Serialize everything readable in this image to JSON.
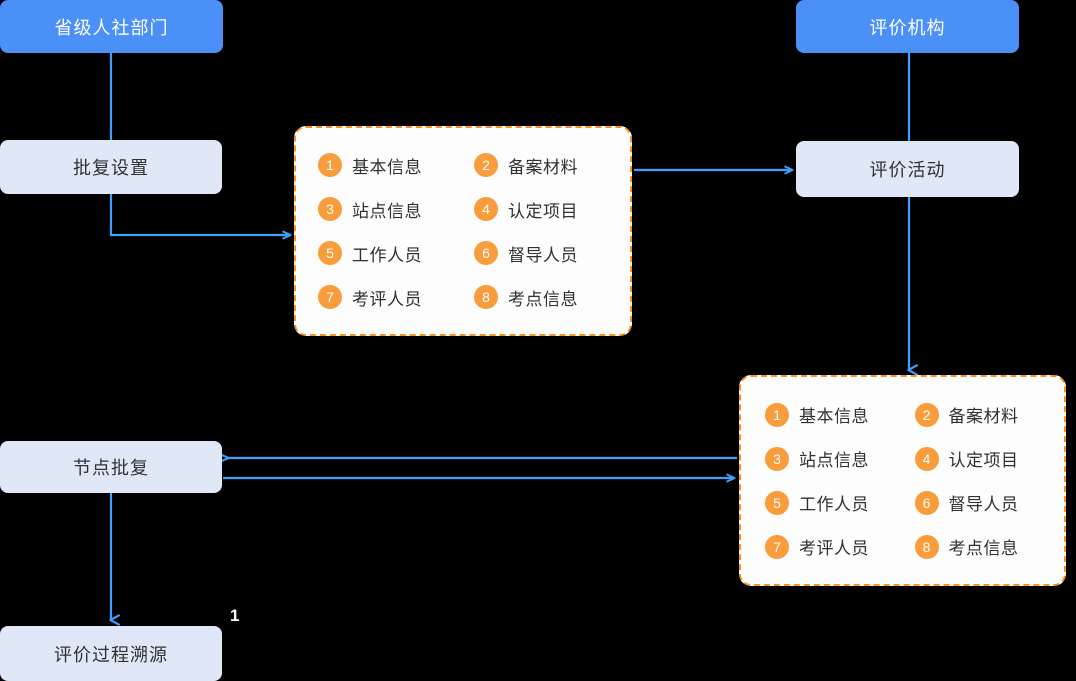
{
  "diagram": {
    "title_nodes": {
      "provincial_dept": "省级人社部门",
      "evaluation_agency": "评价机构"
    },
    "process_nodes": {
      "approval_settings": "批复设置",
      "evaluation_activity": "评价活动",
      "node_approval": "节点批复",
      "evaluation_trace": "评价过程溯源"
    },
    "panel_a": {
      "items": [
        {
          "num": "1",
          "label": "基本信息"
        },
        {
          "num": "2",
          "label": "备案材料"
        },
        {
          "num": "3",
          "label": "站点信息"
        },
        {
          "num": "4",
          "label": "认定项目"
        },
        {
          "num": "5",
          "label": "工作人员"
        },
        {
          "num": "6",
          "label": "督导人员"
        },
        {
          "num": "7",
          "label": "考评人员"
        },
        {
          "num": "8",
          "label": "考点信息"
        }
      ]
    },
    "panel_b": {
      "items": [
        {
          "num": "1",
          "label": "基本信息"
        },
        {
          "num": "2",
          "label": "备案材料"
        },
        {
          "num": "3",
          "label": "站点信息"
        },
        {
          "num": "4",
          "label": "认定项目"
        },
        {
          "num": "5",
          "label": "工作人员"
        },
        {
          "num": "6",
          "label": "督导人员"
        },
        {
          "num": "7",
          "label": "考评人员"
        },
        {
          "num": "8",
          "label": "考点信息"
        }
      ]
    },
    "annotation": "1",
    "colors": {
      "primary_blue": "#4a90f7",
      "secondary_blue": "#e0e8f7",
      "accent_orange": "#f7931e",
      "badge_orange": "#f89c3c",
      "connector_blue": "#409eff",
      "background": "#000000",
      "text_dark": "#303133"
    }
  }
}
